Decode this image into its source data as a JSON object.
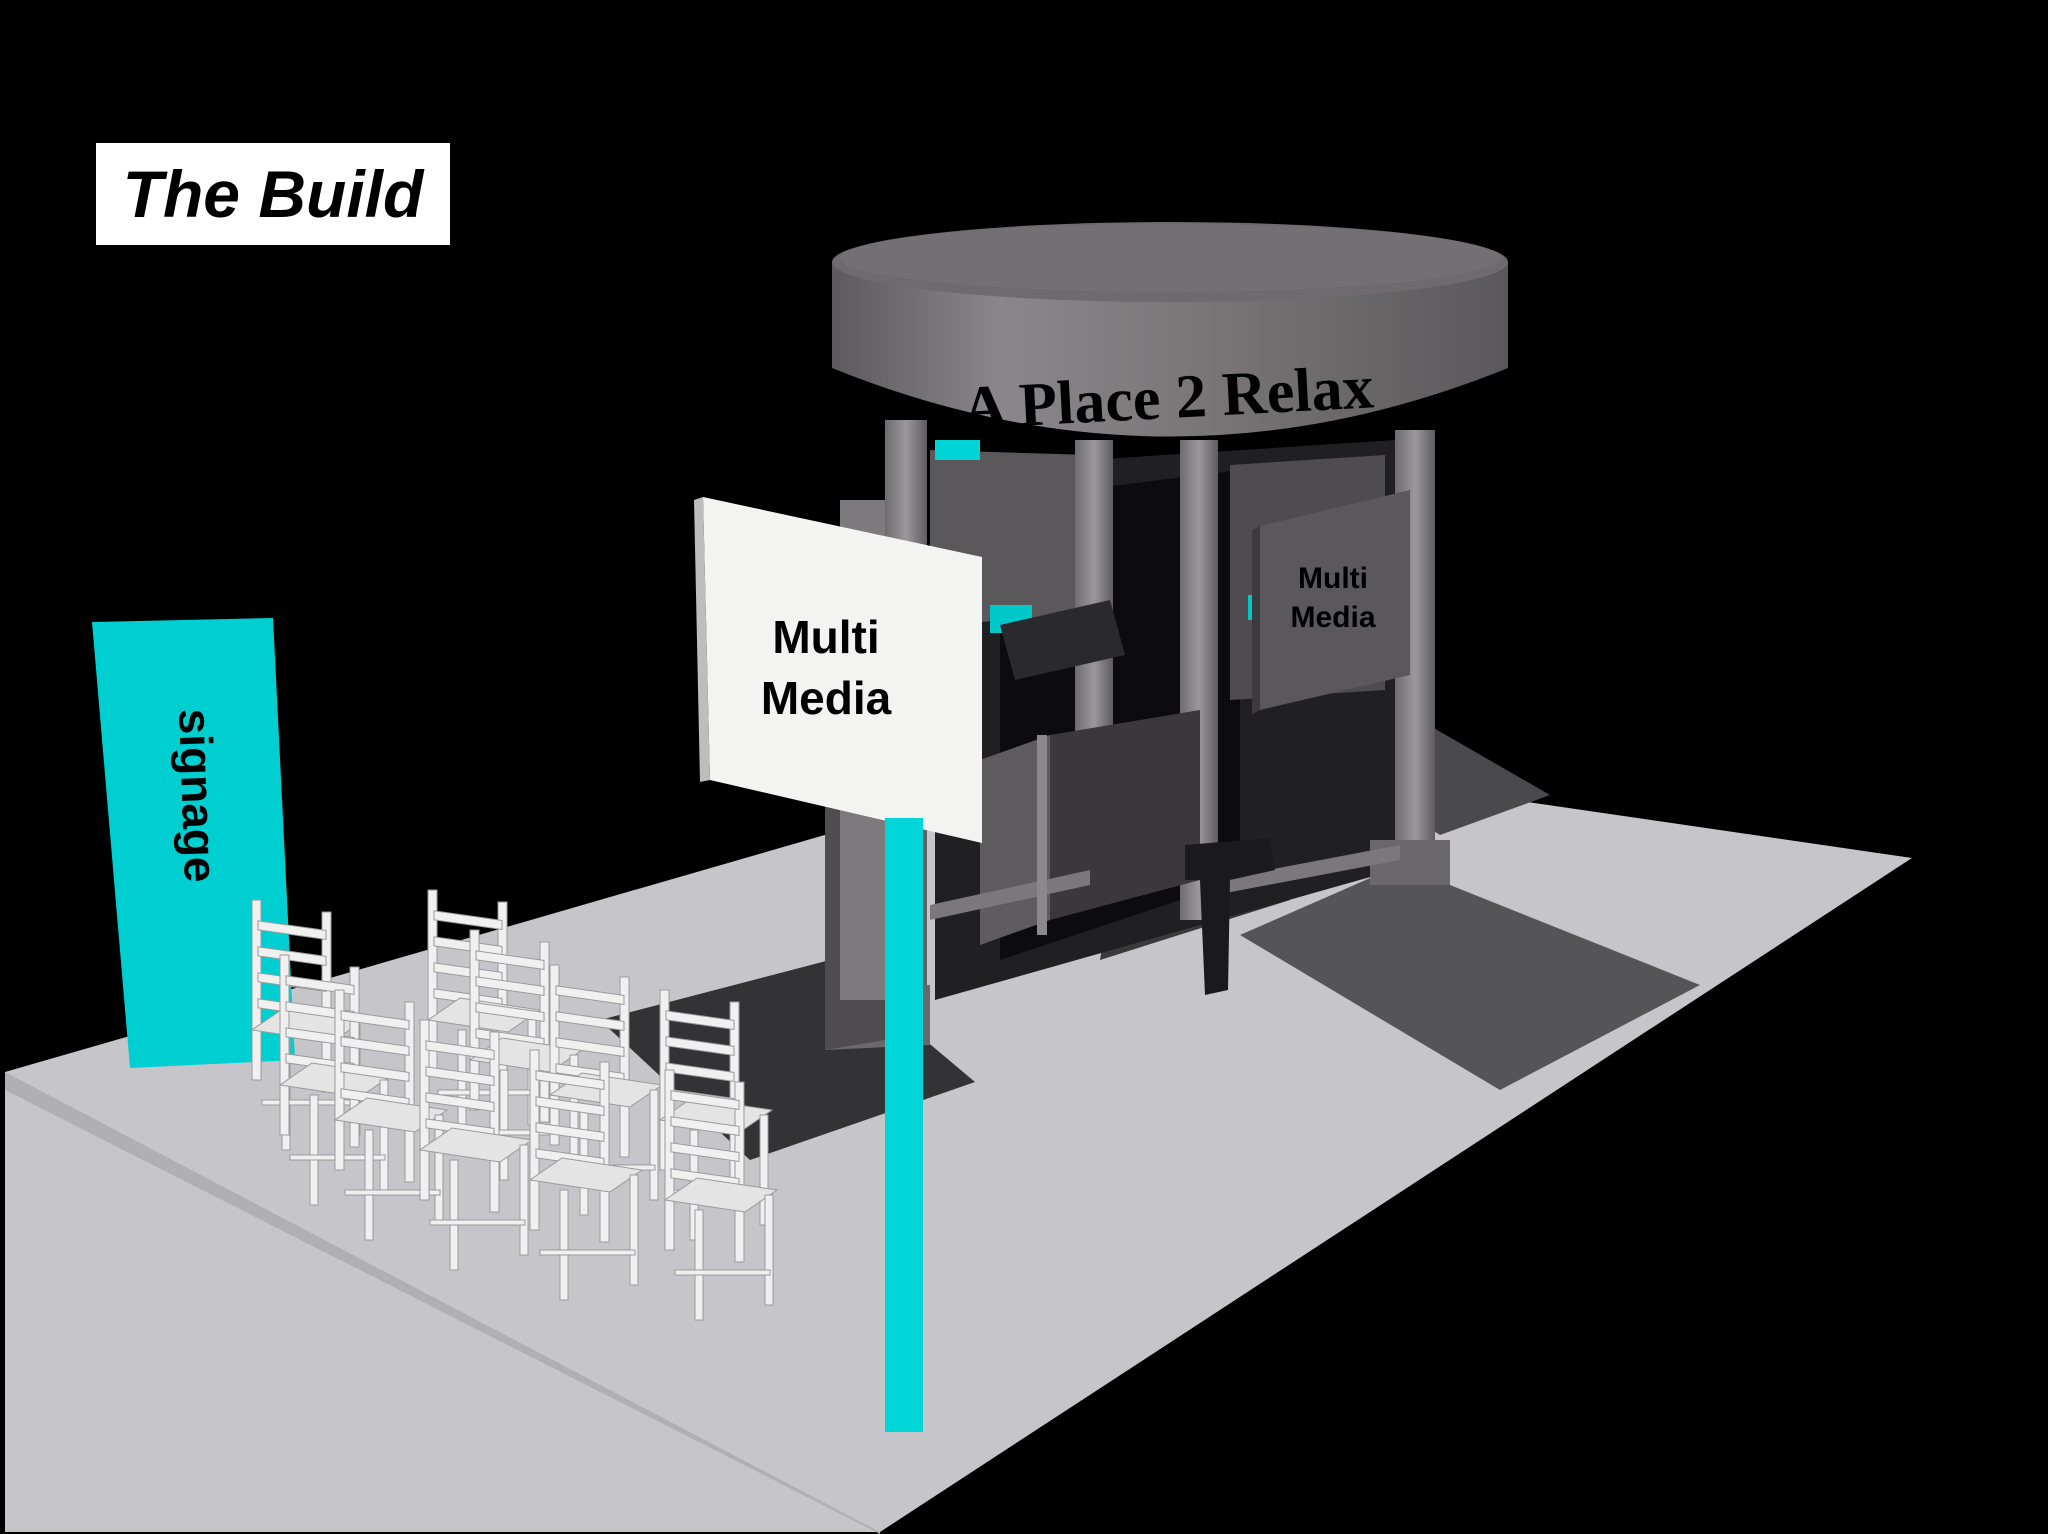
{
  "slide": {
    "title": "The Build"
  },
  "booth": {
    "canopy_label": "A Place 2 Relax",
    "signage_label": "signage",
    "multimedia_front": [
      "Multi",
      "Media"
    ],
    "multimedia_back": [
      "Multi",
      "Media"
    ]
  },
  "colors": {
    "background": "#000000",
    "floor": "#c8c8cc",
    "accent_cyan": "#00d8d8",
    "canopy": "#767274",
    "chairs": "#f0f0f0"
  }
}
